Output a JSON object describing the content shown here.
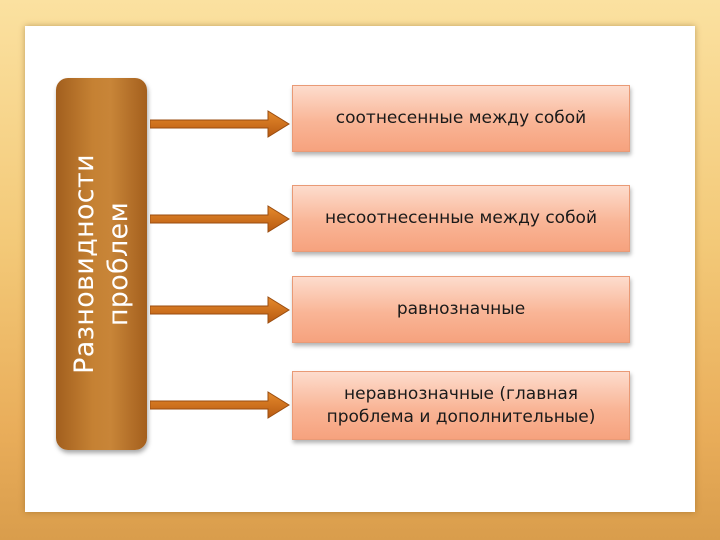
{
  "main_label": {
    "line1": "Разновидности",
    "line2": "проблем"
  },
  "items": [
    {
      "label": "соотнесенные между собой"
    },
    {
      "label": "несоотнесенные между собой"
    },
    {
      "label": "равнозначные"
    },
    {
      "label": "неравнозначные (главная проблема и дополнительные)"
    }
  ],
  "colors": {
    "background_top": "#fbe1a0",
    "background_bottom": "#d99d4c",
    "main_box": "#c58133",
    "item_box": "#f9b596",
    "arrow": "#d0711b"
  }
}
